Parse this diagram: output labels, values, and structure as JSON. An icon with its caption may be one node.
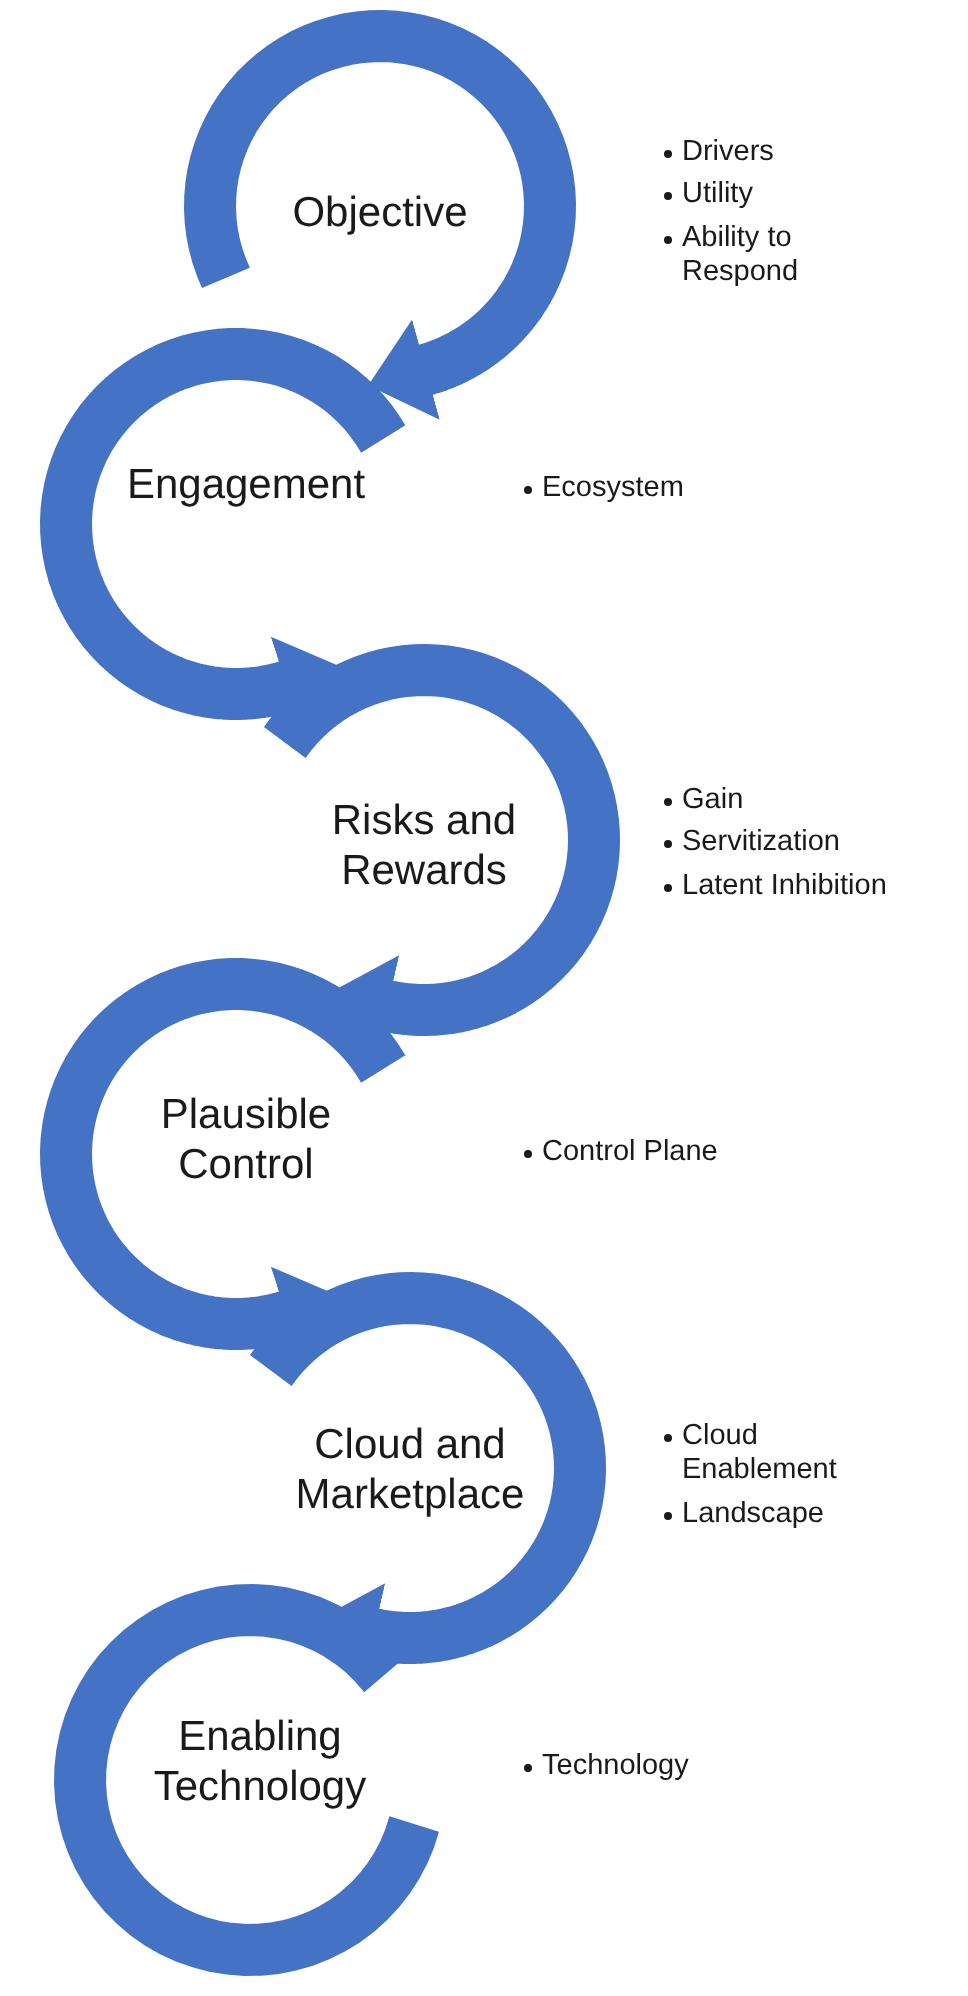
{
  "diagram": {
    "nodes": [
      {
        "text": [
          "Objective"
        ],
        "beside": [
          "Drivers",
          "Utility",
          "Ability to Respond"
        ]
      },
      {
        "text": [
          "Engagement"
        ],
        "beside": [
          "Ecosystem"
        ]
      },
      {
        "text": [
          "Risks and Rewards"
        ],
        "beside": [
          "Gain",
          "Servitization",
          "Latent Inhibition"
        ]
      },
      {
        "text": [
          "Plausible Control"
        ],
        "beside": [
          "Control Plane"
        ]
      },
      {
        "text": [
          "Cloud and Marketplace"
        ],
        "beside": [
          "Cloud Enablement",
          "Landscape"
        ]
      },
      {
        "text": [
          "Enabling Technology"
        ],
        "beside": [
          "Technology"
        ]
      }
    ],
    "edges": [
      {
        "from": 0,
        "to": 1,
        "arrow": "to"
      },
      {
        "from": 1,
        "to": 2,
        "arrow": "to"
      },
      {
        "from": 2,
        "to": 3,
        "arrow": "to"
      },
      {
        "from": 3,
        "to": 4,
        "arrow": "to"
      },
      {
        "from": 4,
        "to": 5,
        "arrow": "to"
      }
    ]
  }
}
